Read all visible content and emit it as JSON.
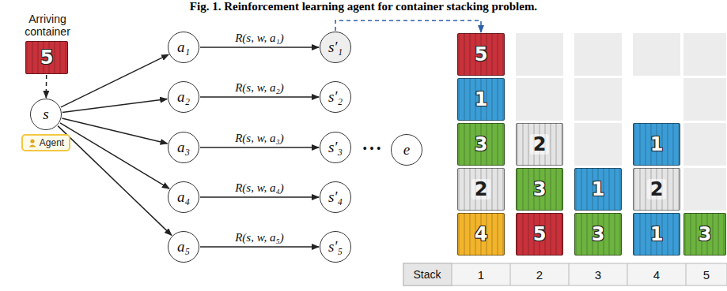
{
  "diagram": {
    "title": "Fig. 1. Reinforcement learning agent for container stacking problem.",
    "nodes": [
      {
        "text": [
          "5"
        ]
      },
      {
        "text": [
          "s"
        ]
      },
      {
        "text": [
          "Agent"
        ]
      },
      {
        "text": [
          "a₁"
        ]
      },
      {
        "text": [
          "a₂"
        ]
      },
      {
        "text": [
          "a₃"
        ]
      },
      {
        "text": [
          "a₄"
        ]
      },
      {
        "text": [
          "a₅"
        ]
      },
      {
        "text": [
          "s′₁"
        ]
      },
      {
        "text": [
          "s′₂"
        ]
      },
      {
        "text": [
          "s′₃"
        ]
      },
      {
        "text": [
          "s′₄"
        ]
      },
      {
        "text": [
          "s′₅"
        ]
      },
      {
        "text": [
          "e"
        ]
      },
      {
        "text": [
          "5"
        ]
      },
      {
        "text": [
          "1"
        ]
      },
      {
        "text": [
          "3"
        ]
      },
      {
        "text": [
          "2"
        ]
      },
      {
        "text": [
          "4"
        ]
      },
      {
        "text": [
          "2"
        ]
      },
      {
        "text": [
          "3"
        ]
      },
      {
        "text": [
          "5"
        ]
      },
      {
        "text": [
          "1"
        ]
      },
      {
        "text": [
          "3"
        ]
      },
      {
        "text": [
          "1"
        ]
      },
      {
        "text": [
          "2"
        ]
      },
      {
        "text": [
          "1"
        ]
      },
      {
        "text": [
          "3"
        ]
      }
    ],
    "edges": [
      {
        "from": 0,
        "to": 1,
        "arrow": "to"
      },
      {
        "from": 1,
        "to": 3,
        "arrow": "to"
      },
      {
        "from": 1,
        "to": 4,
        "arrow": "to"
      },
      {
        "from": 1,
        "to": 5,
        "arrow": "to"
      },
      {
        "from": 1,
        "to": 6,
        "arrow": "to"
      },
      {
        "from": 1,
        "to": 7,
        "arrow": "to"
      },
      {
        "from": 3,
        "to": 8,
        "label": "R(s, w, a₁)",
        "arrow": "to"
      },
      {
        "from": 4,
        "to": 9,
        "label": "R(s, w, a₂)",
        "arrow": "to"
      },
      {
        "from": 5,
        "to": 10,
        "label": "R(s, w, a₃)",
        "arrow": "to"
      },
      {
        "from": 6,
        "to": 11,
        "label": "R(s, w, a₄)",
        "arrow": "to"
      },
      {
        "from": 7,
        "to": 12,
        "label": "R(s, w, a₅)",
        "arrow": "to"
      },
      {
        "from": 8,
        "to": 14,
        "arrow": "to"
      }
    ],
    "labels": [
      "Arriving container",
      "• • •",
      "Stack",
      "1",
      "2",
      "3",
      "4",
      "5"
    ]
  }
}
